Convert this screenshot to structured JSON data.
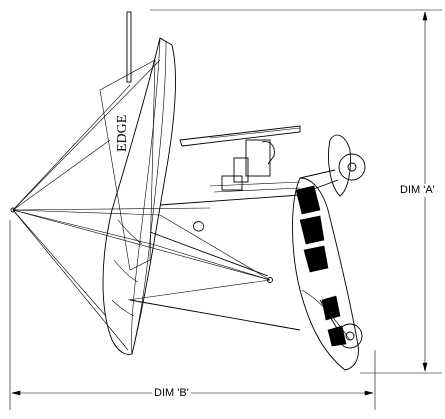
{
  "dimensions": {
    "height_label": "DIM 'A'",
    "width_label": "DIM 'B'"
  },
  "wing_lettering": "EDGE",
  "colors": {
    "line": "#000000",
    "background": "#ffffff"
  }
}
